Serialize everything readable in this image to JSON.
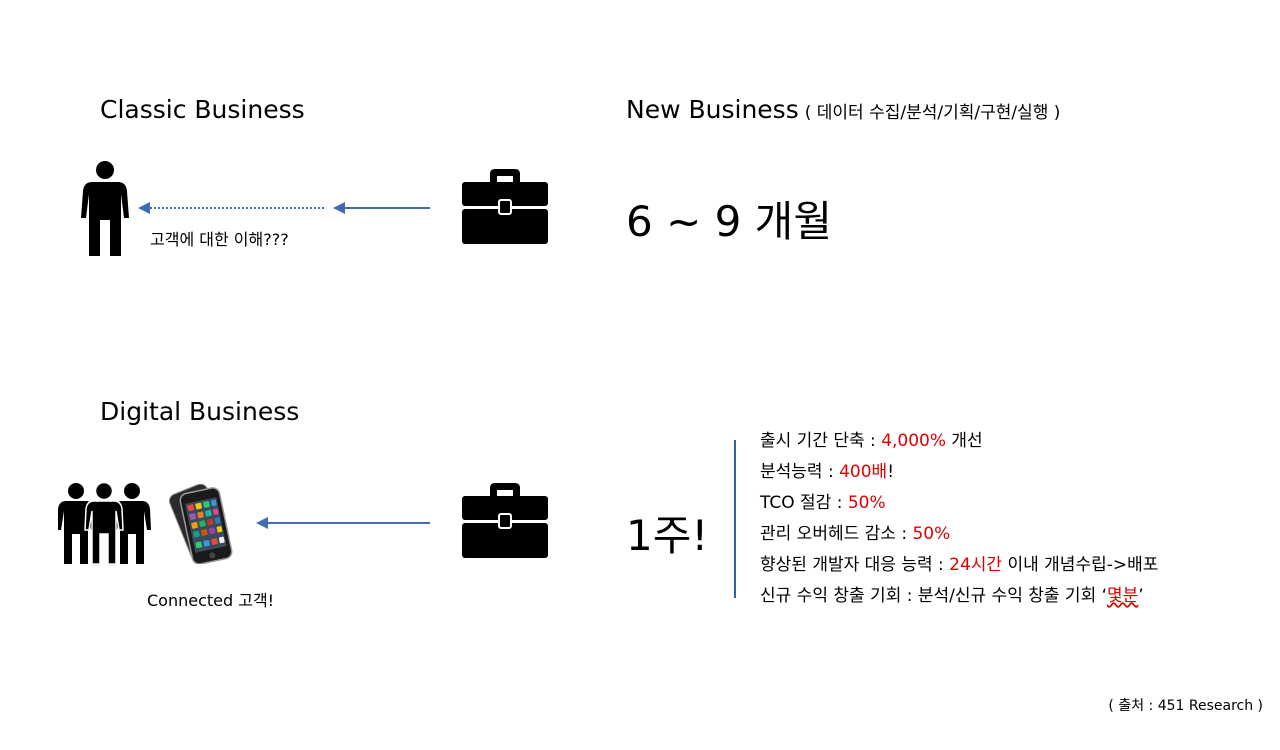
{
  "classic": {
    "title": "Classic Business",
    "caption": "고객에 대한 이해???"
  },
  "new_business": {
    "title": "New Business",
    "subtitle": "( 데이터 수집/분석/기획/구현/실행 )",
    "duration": "6 ~ 9 개월"
  },
  "digital": {
    "title": "Digital Business",
    "caption": "Connected 고객!",
    "duration": "1주!"
  },
  "bullets": [
    {
      "label": "출시 기간 단축 : ",
      "value": "4,000%",
      "suffix": " 개선"
    },
    {
      "label": "분석능력 : ",
      "value": "400배",
      "suffix": "!"
    },
    {
      "label": "TCO 절감 : ",
      "value": "50%",
      "suffix": ""
    },
    {
      "label": "관리 오버헤드 감소 : ",
      "value": "50%",
      "suffix": ""
    },
    {
      "label": "향상된 개발자 대응 능력 : ",
      "value": "24시간",
      "suffix": " 이내 개념수립->배포"
    },
    {
      "label": "신규 수익 창출 기회 : 분석/신규 수익 창출 기회 ‘",
      "value": "몇분",
      "suffix": "’"
    }
  ],
  "source": "( 출처 : 451 Research )",
  "colors": {
    "arrow": "#3f6fb2",
    "highlight": "#e00000",
    "divider": "#2e5fa8"
  }
}
